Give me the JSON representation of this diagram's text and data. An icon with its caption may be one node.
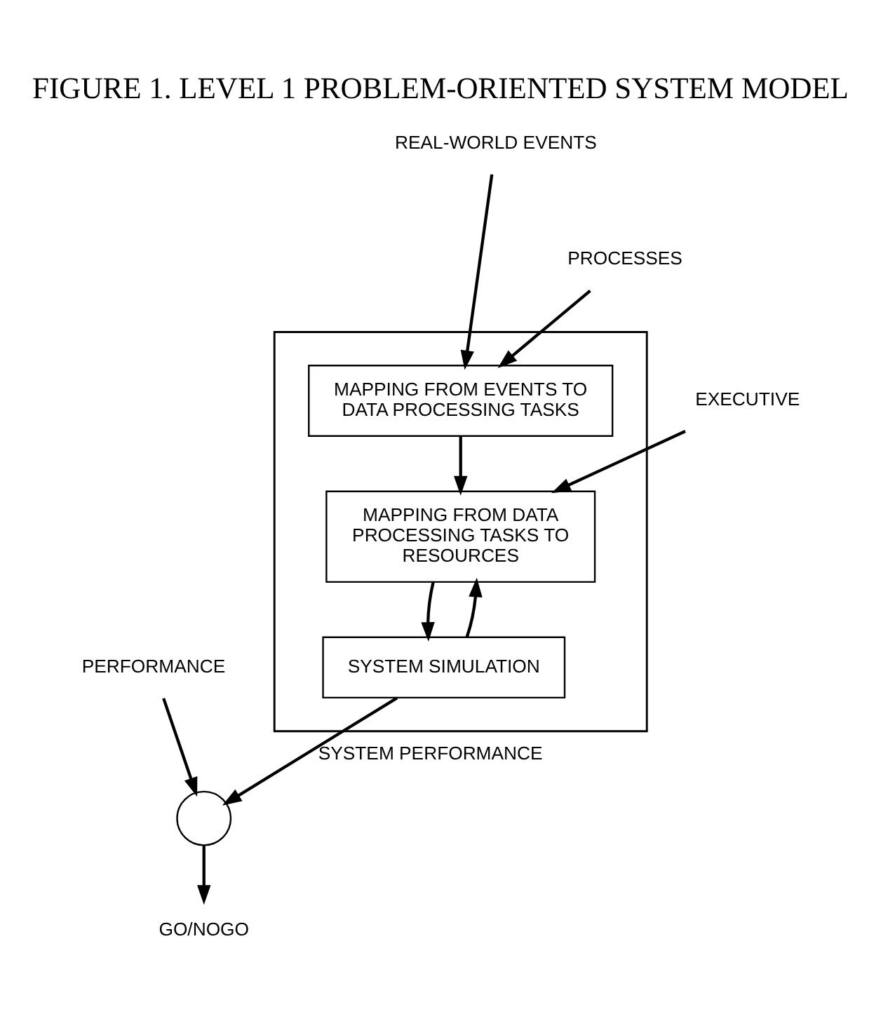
{
  "diagram": {
    "title": "FIGURE 1. LEVEL 1 PROBLEM-ORIENTED SYSTEM MODEL",
    "nodes": [
      {
        "text": [],
        "shape": "box"
      },
      {
        "text": [
          "REAL-WORLD EVENTS"
        ]
      },
      {
        "text": [
          "PERFORMANCE"
        ]
      },
      {
        "text": [
          "PROCESSES"
        ]
      },
      {
        "text": [
          "EXECUTIVE"
        ]
      },
      {
        "text": [
          "MAPPING FROM EVENTS TO DATA PROCESSING TASKS"
        ],
        "in": 0
      },
      {
        "text": [
          "MAPPING FROM DATA PROCESSING TASKS TO RESOURCES"
        ],
        "in": 0
      },
      {
        "text": [
          "SYSTEM SIMULATION"
        ],
        "in": 0
      },
      {
        "text": [],
        "shape": "circle"
      },
      {
        "text": [
          "GO/NOGO"
        ]
      }
    ],
    "edges": [
      {
        "from": 1,
        "to": 5,
        "arrow": "to"
      },
      {
        "from": 3,
        "to": 5,
        "arrow": "to"
      },
      {
        "from": 5,
        "to": 6,
        "arrow": "to"
      },
      {
        "from": 4,
        "to": 6,
        "arrow": "to"
      },
      {
        "from": 6,
        "to": 7,
        "arrow": "to"
      },
      {
        "from": 7,
        "to": 6,
        "arrow": "to"
      },
      {
        "from": 7,
        "to": 8,
        "arrow": "to",
        "label": "SYSTEM PERFORMANCE"
      },
      {
        "from": 2,
        "to": 8,
        "arrow": "to"
      },
      {
        "from": 8,
        "to": 9,
        "arrow": "to"
      }
    ]
  }
}
